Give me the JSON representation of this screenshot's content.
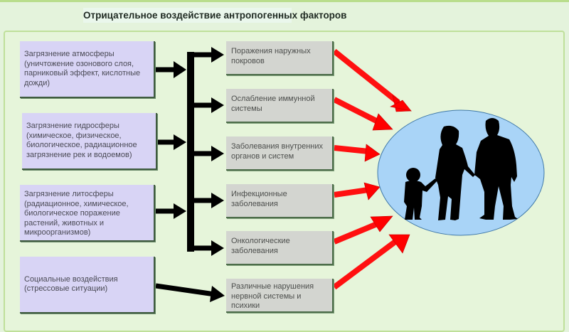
{
  "title": "Отрицательное воздействие антропогенных факторов",
  "sources": [
    {
      "label": "Загрязнение атмосферы (уничтожение озонового слоя, парниковый эффект, кислотные дожди)"
    },
    {
      "label": "Загрязнение гидросферы (химическое, физическое, биологическое, радиационное загрязнение рек и водоемов)"
    },
    {
      "label": "Загрязнение литосферы (радиационное, химическое, биологическое поражение растений, животных и микроорганизмов)"
    },
    {
      "label": "Социальные воздействия (стрессовые ситуации)"
    }
  ],
  "effects": [
    {
      "label": "Поражения наружных покровов"
    },
    {
      "label": "Ослабление иммунной системы"
    },
    {
      "label": "Заболевания внутренних органов и систем"
    },
    {
      "label": "Инфекционные заболевания"
    },
    {
      "label": "Онкологические заболевания"
    },
    {
      "label": "Различные нарушения нервной системы и психики"
    }
  ],
  "target": {
    "icon": "family-silhouette-icon"
  },
  "colors": {
    "background": "#e4f3dc",
    "source_box": "#d8d4f5",
    "effect_box": "#d3d5d0",
    "connector": "#000000",
    "impact_arrow": "#ff0000",
    "target_fill": "#a9d4f7"
  }
}
